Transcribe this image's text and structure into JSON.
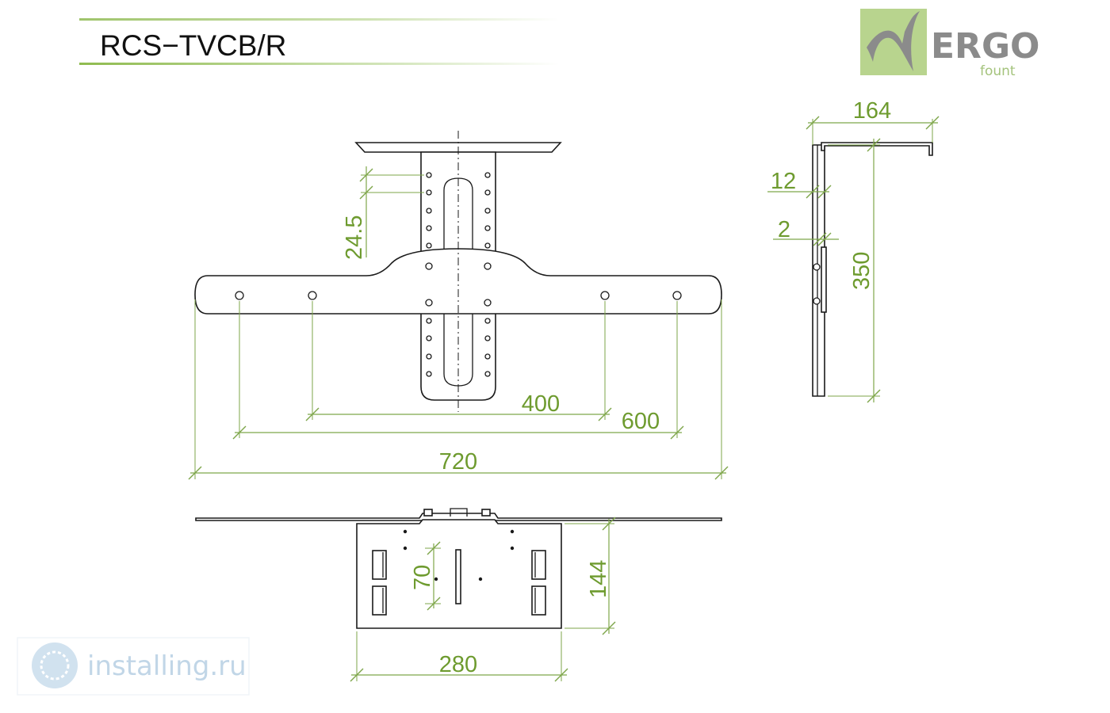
{
  "title": "RCS−TVCB/R",
  "brand": {
    "name": "ERGO",
    "subname": "fount",
    "accent": "#6e9b2f"
  },
  "watermark": {
    "text": "installing.ru"
  },
  "dimensions": {
    "front_width": "720",
    "hole_spacing_outer": "600",
    "hole_spacing_inner": "400",
    "hole_pitch": "24.5",
    "side_depth": "164",
    "side_height": "350",
    "side_thickness": "12",
    "side_gap": "2",
    "bottom_width": "280",
    "bottom_depth": "144",
    "bottom_pitch": "70"
  },
  "colors": {
    "dimension": "#6e9b2f",
    "outline": "#1a1a1a",
    "watermark": "#b7cfe3"
  }
}
